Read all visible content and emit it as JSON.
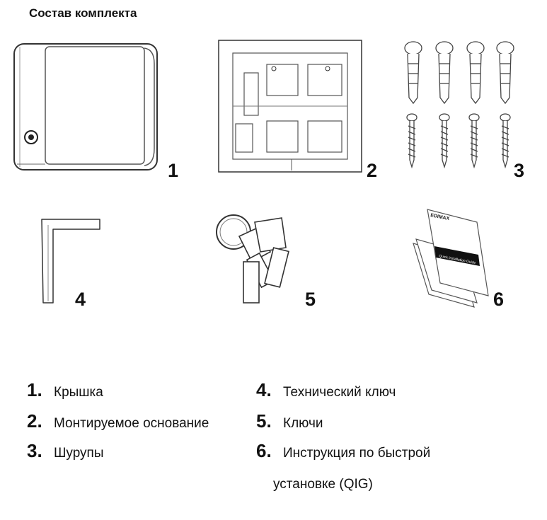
{
  "title": "Состав комплекта",
  "figures": [
    {
      "number": "1",
      "icon": "cover-icon"
    },
    {
      "number": "2",
      "icon": "mounting-base-icon"
    },
    {
      "number": "3",
      "icon": "screws-icon"
    },
    {
      "number": "4",
      "icon": "hex-key-icon"
    },
    {
      "number": "5",
      "icon": "keys-icon"
    },
    {
      "number": "6",
      "icon": "qig-booklet-icon"
    }
  ],
  "legend": [
    {
      "number": "1.",
      "text": "Крышка"
    },
    {
      "number": "2.",
      "text": "Монтируемое основание"
    },
    {
      "number": "3.",
      "text": "Шурупы"
    },
    {
      "number": "4.",
      "text": "Технический ключ"
    },
    {
      "number": "5.",
      "text": "Ключи"
    },
    {
      "number": "6.",
      "text": "Инструкция по быстрой"
    }
  ],
  "legend_continuation": "установке (QIG)",
  "booklet": {
    "brand": "EDIMAX",
    "cover_text": "Quick Installation Guide"
  }
}
